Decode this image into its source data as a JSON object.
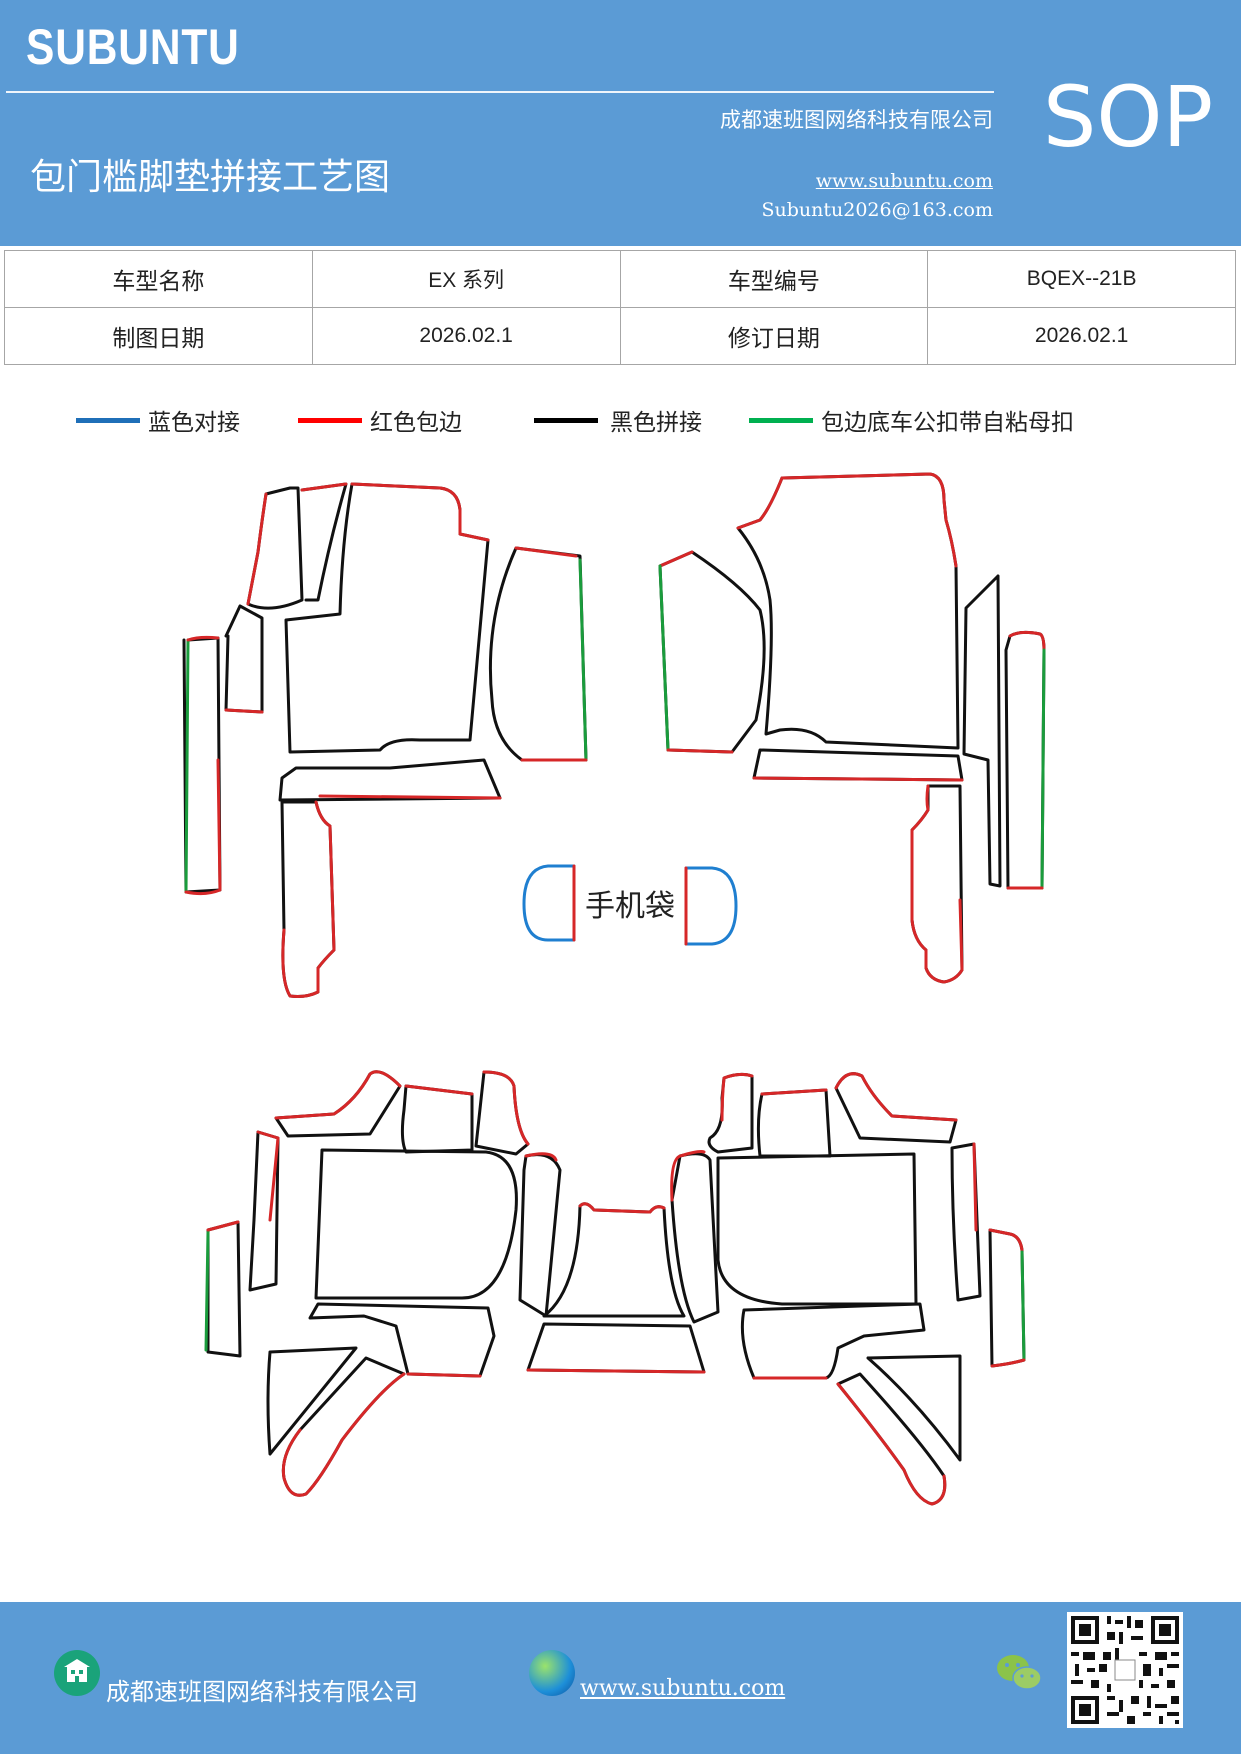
{
  "header": {
    "brand": "SUBUNTU",
    "company": "成都速班图网络科技有限公司",
    "title": "包门槛脚垫拼接工艺图",
    "website": "www.subuntu.com",
    "email": "Subuntu2026@163.com",
    "sop": "SOP"
  },
  "info_table": {
    "model_name_label": "车型名称",
    "model_name_value": "EX 系列",
    "model_code_label": "车型编号",
    "model_code_value": "BQEX--21B",
    "draw_date_label": "制图日期",
    "draw_date_value": "2026.02.1",
    "revise_date_label": "修订日期",
    "revise_date_value": "2026.02.1"
  },
  "legend": [
    {
      "label": "蓝色对接",
      "color": "#1f6fb8"
    },
    {
      "label": "红色包边",
      "color": "#ff0000"
    },
    {
      "label": "黑色拼接",
      "color": "#000000"
    },
    {
      "label": "包边底车公扣带自粘母扣",
      "color": "#00b050"
    }
  ],
  "diagram": {
    "phone_pocket_label": "手机袋",
    "colors": {
      "edge": "#d62728",
      "seam": "#111111",
      "green": "#1a9c3c",
      "blue": "#1f7fd0"
    }
  },
  "footer": {
    "company": "成都速班图网络科技有限公司",
    "website": "www.subuntu.com",
    "home_icon": "building-icon",
    "globe_icon": "globe-icon",
    "wechat_icon": "wechat-icon",
    "qr_icon": "qr-code"
  }
}
